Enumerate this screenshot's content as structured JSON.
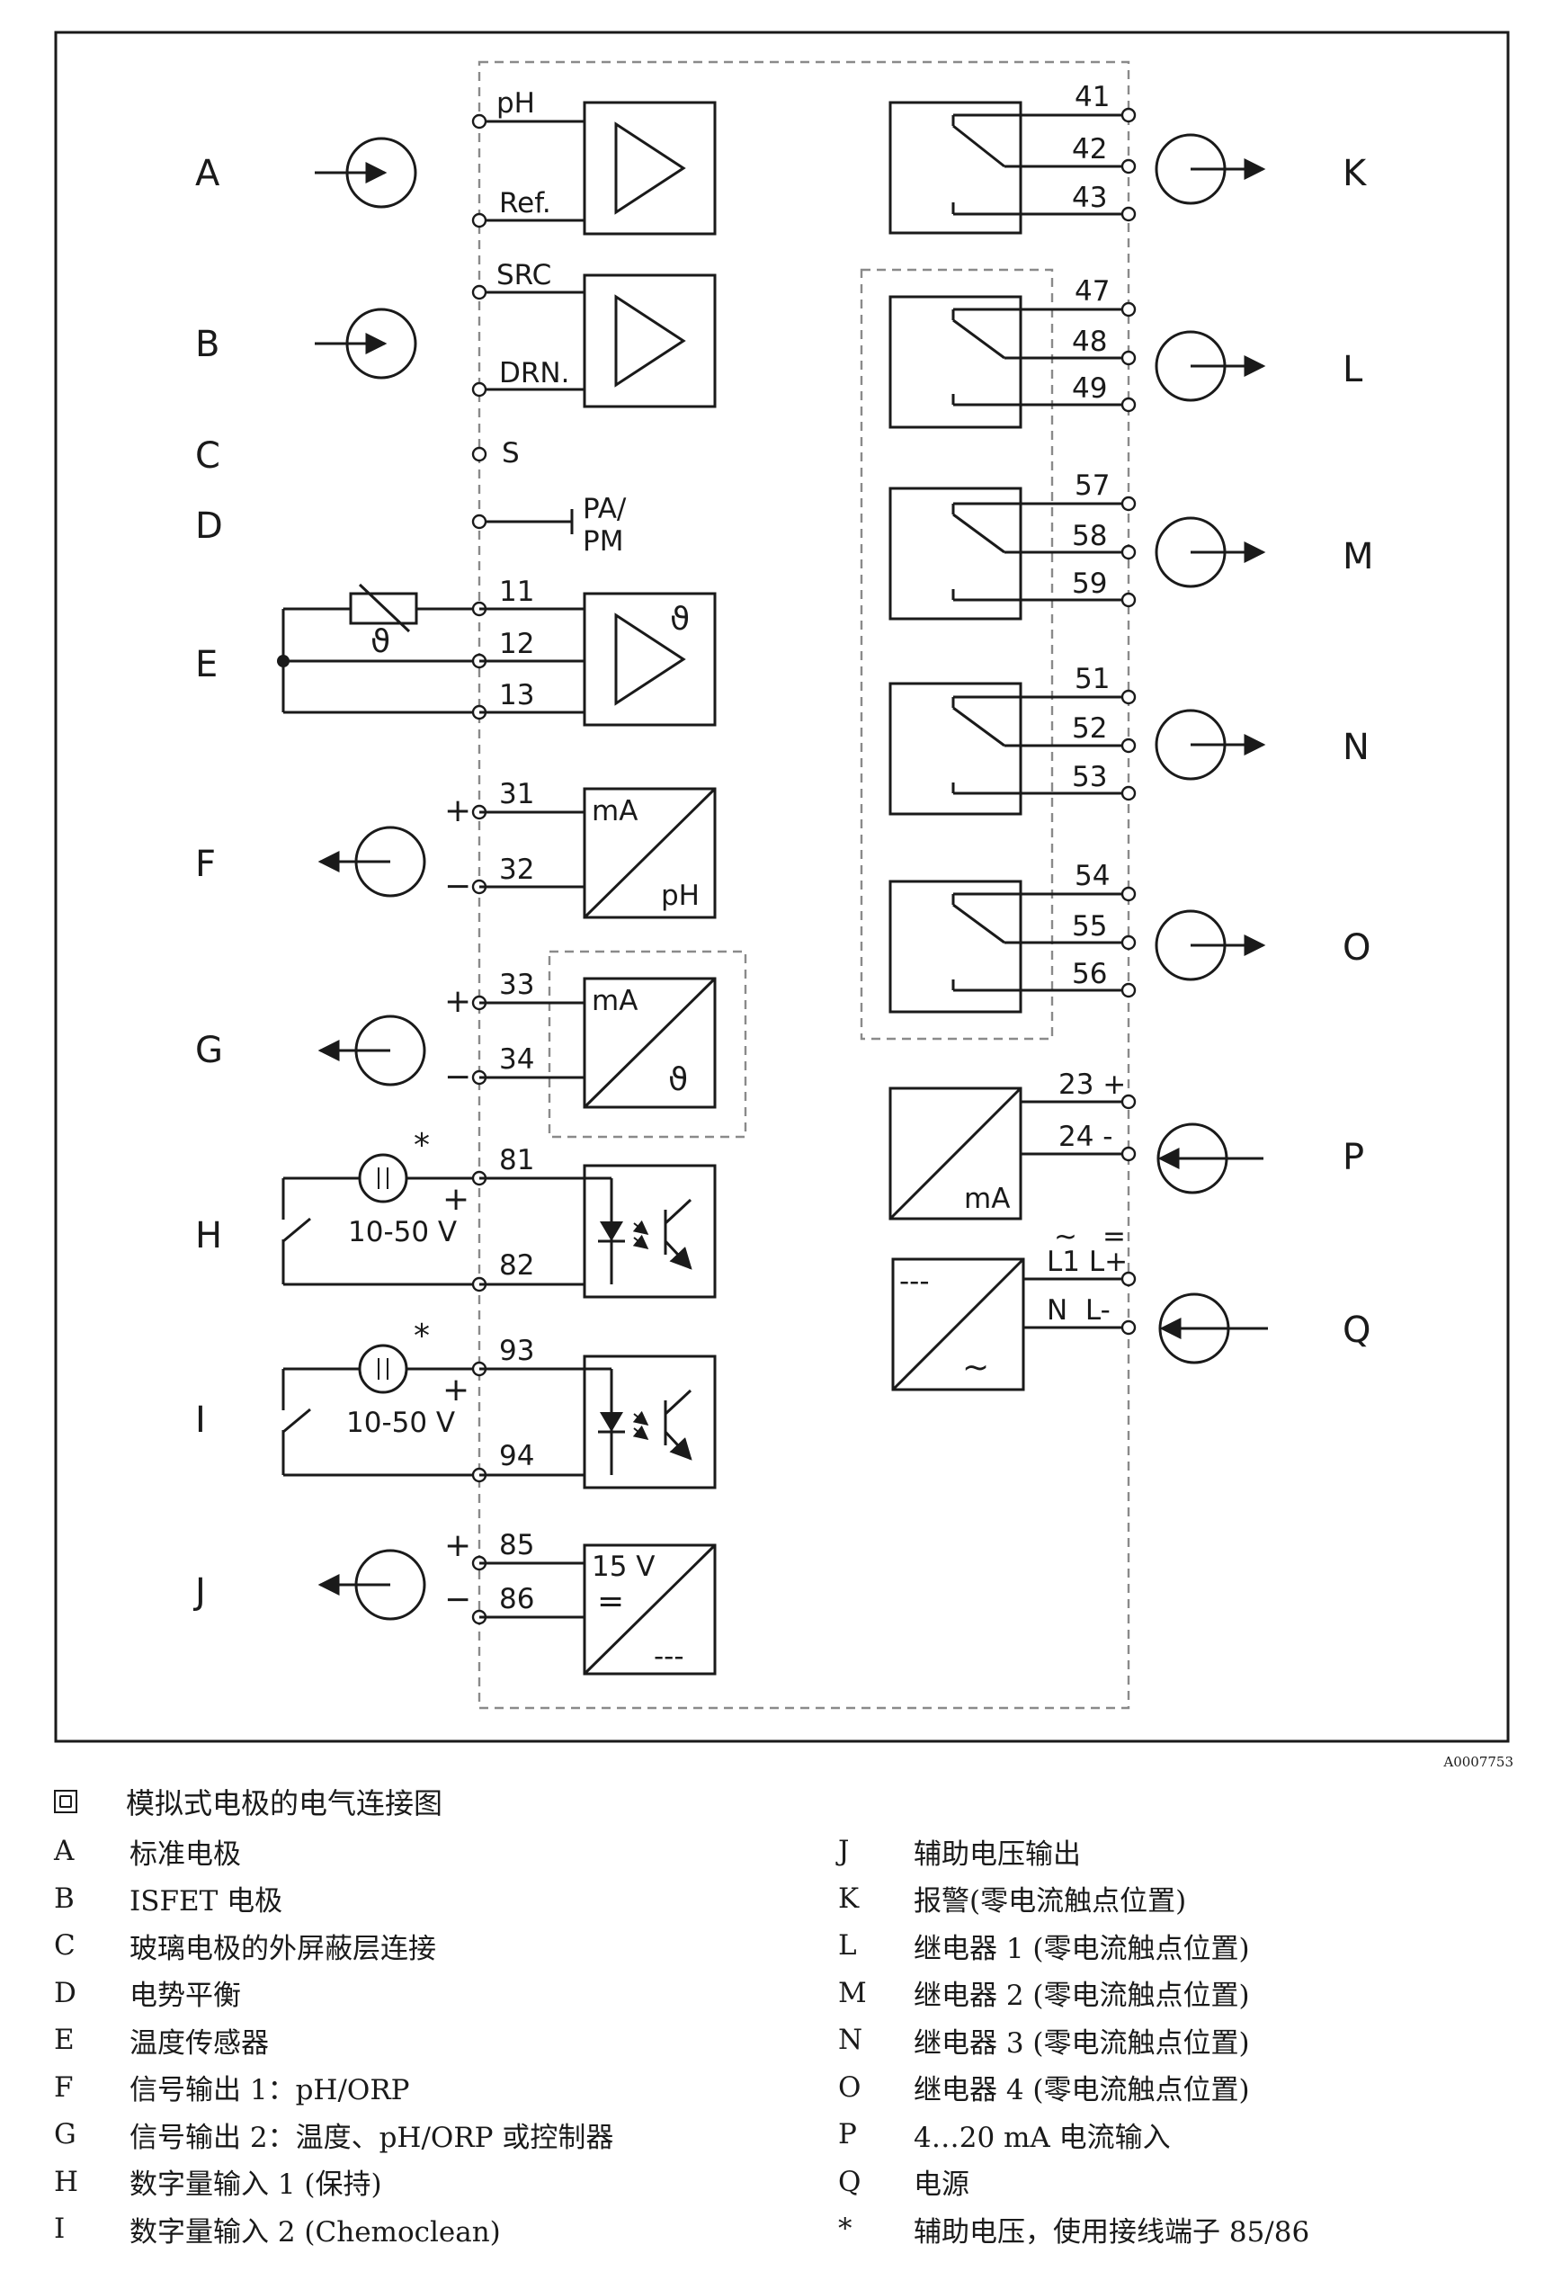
{
  "rows_left": [
    "A",
    "B",
    "C",
    "D",
    "E",
    "F",
    "G",
    "H",
    "I",
    "J"
  ],
  "rows_right": [
    "K",
    "L",
    "M",
    "N",
    "O",
    "P",
    "Q"
  ],
  "inputs": {
    "ph": "pH",
    "ref": "Ref.",
    "src": "SRC",
    "drn": "DRN.",
    "s": "S",
    "pa1": "PA/",
    "pa2": "PM",
    "theta": "ϑ"
  },
  "terminals": {
    "t11": "11",
    "t12": "12",
    "t13": "13",
    "t31": "31",
    "t32": "32",
    "t33": "33",
    "t34": "34",
    "t81": "81",
    "t82": "82",
    "t93": "93",
    "t94": "94",
    "t85": "85",
    "t86": "86",
    "t41": "41",
    "t42": "42",
    "t43": "43",
    "t47": "47",
    "t48": "48",
    "t49": "49",
    "t57": "57",
    "t58": "58",
    "t59": "59",
    "t51": "51",
    "t52": "52",
    "t53": "53",
    "t54": "54",
    "t55": "55",
    "t56": "56",
    "t23": "23 +",
    "t24": "24 -"
  },
  "signs": {
    "plus": "+",
    "minus": "−",
    "star": "*"
  },
  "converters": {
    "ma": "mA",
    "ph": "pH",
    "v15": "15 V",
    "dc": "=",
    "dcdash": "---",
    "ac": "~"
  },
  "voltage_label": "10-50 V",
  "power": {
    "tilde": "~",
    "eq": "=",
    "l1lp": "L1 L+",
    "nlm": "N  L-"
  },
  "figure_id": "A0007753",
  "caption": "模拟式电极的电气连接图",
  "legend_left": [
    {
      "key": "A",
      "text": "标准电极"
    },
    {
      "key": "B",
      "text": "ISFET 电极"
    },
    {
      "key": "C",
      "text": "玻璃电极的外屏蔽层连接"
    },
    {
      "key": "D",
      "text": "电势平衡"
    },
    {
      "key": "E",
      "text": "温度传感器"
    },
    {
      "key": "F",
      "text": "信号输出 1：pH/ORP"
    },
    {
      "key": "G",
      "text": "信号输出 2：温度、pH/ORP 或控制器"
    },
    {
      "key": "H",
      "text": "数字量输入 1 (保持)"
    },
    {
      "key": "I",
      "text": "数字量输入 2 (Chemoclean)"
    }
  ],
  "legend_right": [
    {
      "key": "J",
      "text": "辅助电压输出"
    },
    {
      "key": "K",
      "text": "报警(零电流触点位置)"
    },
    {
      "key": "L",
      "text": "继电器 1 (零电流触点位置)"
    },
    {
      "key": "M",
      "text": "继电器 2 (零电流触点位置)"
    },
    {
      "key": "N",
      "text": "继电器 3 (零电流触点位置)"
    },
    {
      "key": "O",
      "text": "继电器 4 (零电流触点位置)"
    },
    {
      "key": "P",
      "text": "4…20 mA 电流输入"
    },
    {
      "key": "Q",
      "text": "电源"
    },
    {
      "key": "*",
      "text": "辅助电压，使用接线端子 85/86"
    }
  ]
}
